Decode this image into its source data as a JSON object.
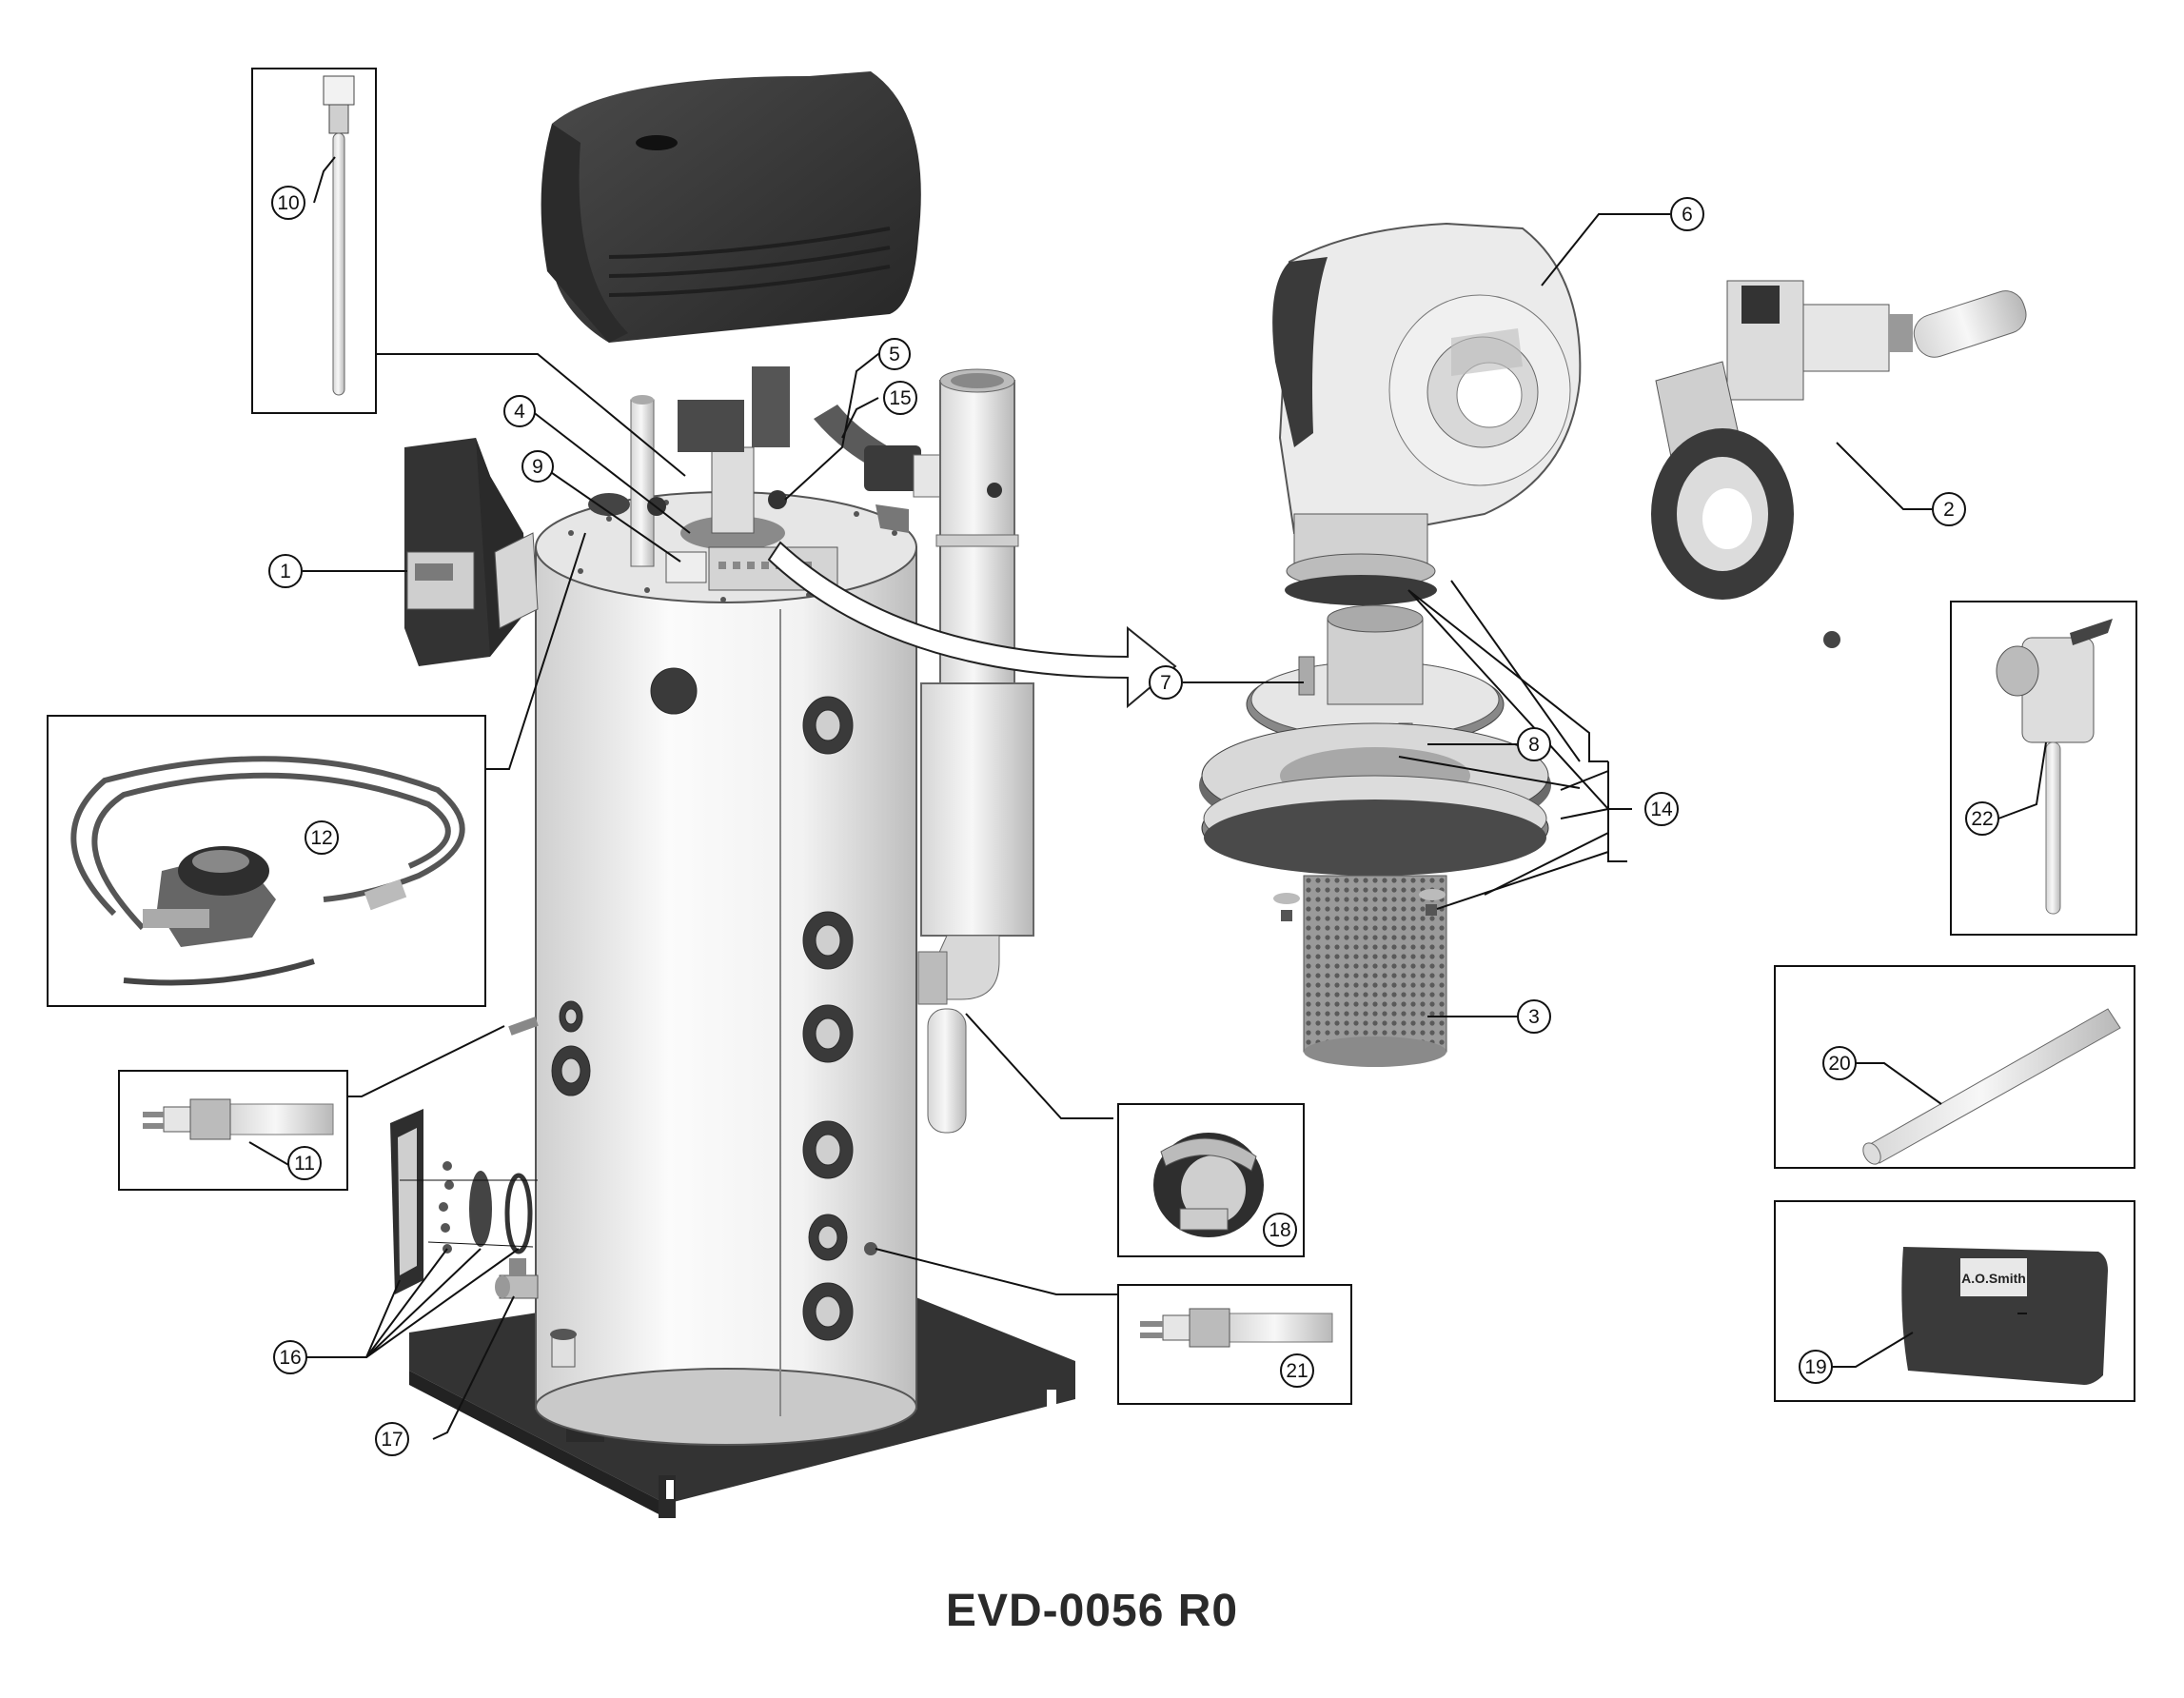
{
  "document_id": "EVD-0056 R0",
  "brand_logo_text": "A.O.Smith",
  "callouts": [
    {
      "id": "c1",
      "label": "1"
    },
    {
      "id": "c2",
      "label": "2"
    },
    {
      "id": "c3",
      "label": "3"
    },
    {
      "id": "c4",
      "label": "4"
    },
    {
      "id": "c5",
      "label": "5"
    },
    {
      "id": "c6",
      "label": "6"
    },
    {
      "id": "c7",
      "label": "7"
    },
    {
      "id": "c8",
      "label": "8"
    },
    {
      "id": "c9",
      "label": "9"
    },
    {
      "id": "c10",
      "label": "10"
    },
    {
      "id": "c11",
      "label": "11"
    },
    {
      "id": "c12",
      "label": "12"
    },
    {
      "id": "c14",
      "label": "14"
    },
    {
      "id": "c15",
      "label": "15"
    },
    {
      "id": "c16",
      "label": "16"
    },
    {
      "id": "c17",
      "label": "17"
    },
    {
      "id": "c18",
      "label": "18"
    },
    {
      "id": "c19",
      "label": "19"
    },
    {
      "id": "c20",
      "label": "20"
    },
    {
      "id": "c21",
      "label": "21"
    },
    {
      "id": "c22",
      "label": "22"
    }
  ],
  "colors": {
    "dark_part": "#3a3a3a",
    "light_part": "#ededed",
    "line": "#1a1a1a"
  }
}
